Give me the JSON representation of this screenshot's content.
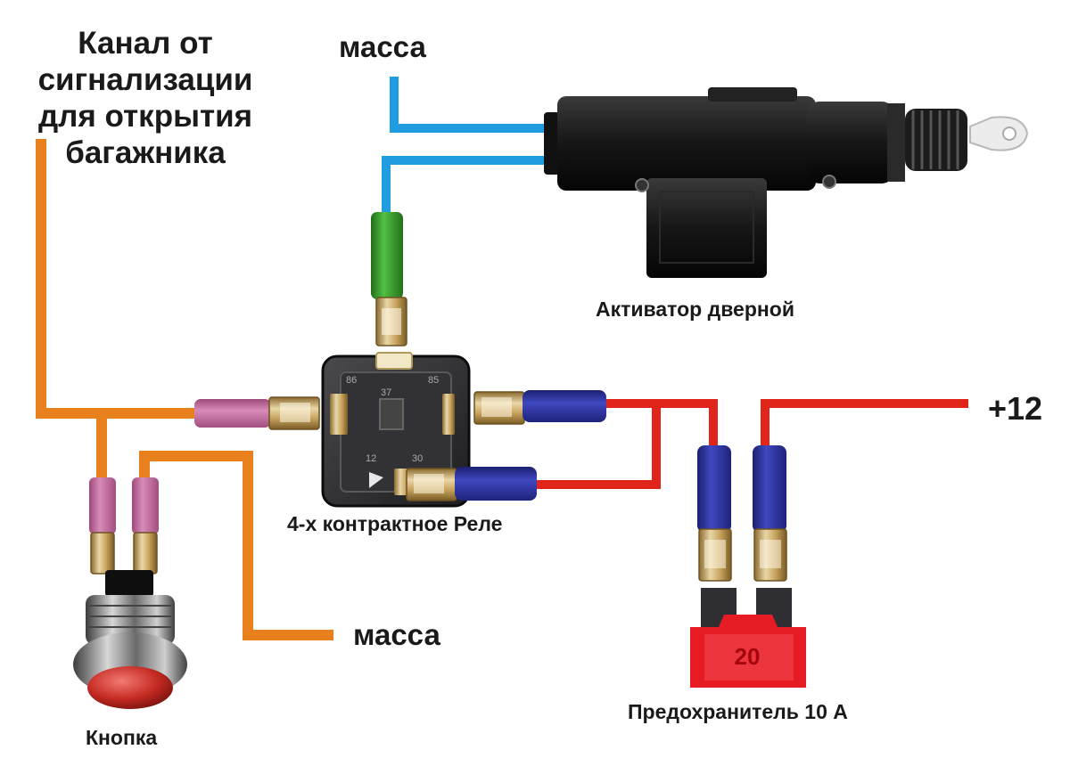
{
  "labels": {
    "alarm_channel": [
      "Канал от",
      "сигнализации",
      "для открытия",
      "багажника"
    ],
    "ground_top": "масса",
    "ground_bottom": "масса",
    "door_actuator": "Активатор дверной",
    "relay": "4-х контрактное Реле",
    "plus12": "+12",
    "fuse": "Предохранитель 10 А",
    "button": "Кнопка"
  },
  "relay_pins": [
    "86",
    "37",
    "85",
    "12",
    "30"
  ],
  "fuse_rating": "20",
  "colors": {
    "orange_wire": "#e8801e",
    "blue_wire": "#1f9de0",
    "red_wire": "#e1251b",
    "pink_sleeve": "#c8699f",
    "green_sleeve": "#3ea22e",
    "navy_sleeve": "#2e35a6",
    "fuse_red": "#e61b24",
    "relay_body": "#2a2a2c",
    "actuator_body": "#1b1b1b"
  }
}
